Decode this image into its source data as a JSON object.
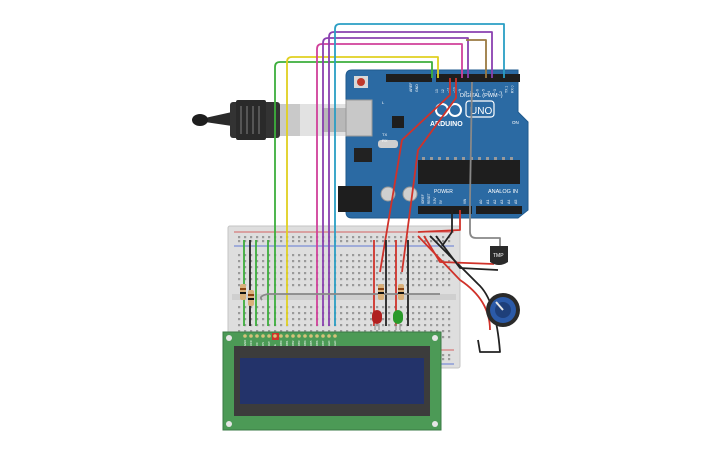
{
  "board": {
    "brand": "ARDUINO",
    "model": "UNO",
    "header_digital": "DIGITAL (PWM~)",
    "header_analog": "ANALOG IN",
    "header_power": "POWER",
    "label_on": "ON",
    "label_tx": "TX",
    "label_rx": "RX",
    "label_l": "L",
    "label_aref": "AREF",
    "label_gnd": "GND",
    "label_ioref": "IOREF",
    "label_reset": "RESET",
    "label_3v3": "3.3V",
    "label_5v": "5V",
    "label_vin": "VIN",
    "digital_pins": [
      "13",
      "12",
      "~11",
      "~10",
      "~9",
      "8",
      "7",
      "~6",
      "~5",
      "4",
      "~3",
      "2",
      "TX 1",
      "RX 0"
    ],
    "analog_pins": [
      "A0",
      "A1",
      "A2",
      "A3",
      "A4",
      "A5"
    ]
  },
  "sensor": {
    "label": "TMP"
  },
  "lcd": {
    "pins": [
      "GND",
      "VCC",
      "V0",
      "RS",
      "RW",
      "E",
      "DB0",
      "DB1",
      "DB2",
      "DB3",
      "DB4",
      "DB5",
      "DB6",
      "DB7",
      "LED",
      "LED"
    ]
  },
  "colors": {
    "board": "#2b6aa3",
    "pcb_green": "#4c9a56",
    "lcd_screen": "#23336a",
    "wire_green": "#3cae3c",
    "wire_yellow": "#e0d020",
    "wire_pink": "#d0409a",
    "wire_purple": "#8a40b0",
    "wire_red": "#d0322a",
    "wire_brown": "#9a7a42",
    "wire_cyan": "#2a9ec4",
    "wire_black": "#222222",
    "wire_gray": "#888888"
  }
}
